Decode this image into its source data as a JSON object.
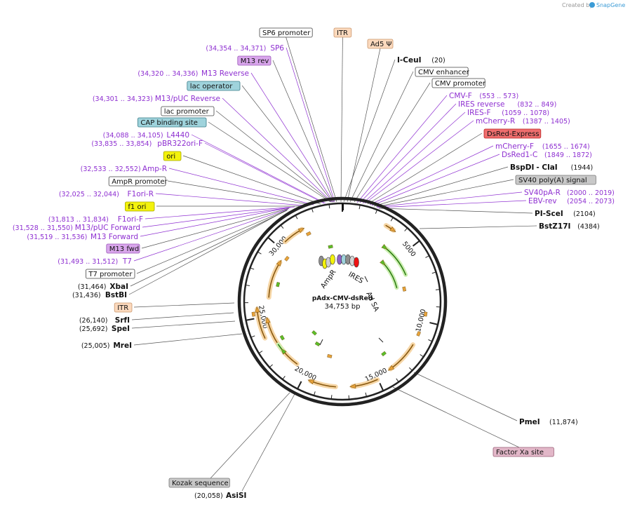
{
  "credit": {
    "prefix": "Created by",
    "brand": "SnapGene"
  },
  "plasmid": {
    "name": "pAdx-CMV-dsRed",
    "size": "34,753 bp"
  },
  "scale": {
    "ticks": [
      "5000",
      "10,000",
      "15,000",
      "20,000",
      "25,000",
      "30,000"
    ]
  },
  "inner_labels": {
    "ampr": "AmpR",
    "ires": "IRES",
    "sa": "Ad SA"
  },
  "features_top": [
    {
      "text": "SP6 promoter",
      "style": "box-white"
    },
    {
      "text": "ITR",
      "style": "box-peach"
    },
    {
      "text": "Ad5 Ψ",
      "style": "box-peach"
    }
  ],
  "labels_left": [
    {
      "coord": "(34,354 .. 34,371)",
      "name": "SP6",
      "style": "purple"
    },
    {
      "name": "M13 rev",
      "style": "box-purple"
    },
    {
      "coord": "(34,320 .. 34,336)",
      "name": "M13 Reverse",
      "style": "purple"
    },
    {
      "name": "lac operator",
      "style": "box-teal"
    },
    {
      "coord": "(34,301 .. 34,323)",
      "name": "M13/pUC Reverse",
      "style": "purple"
    },
    {
      "name": "lac promoter",
      "style": "box-white"
    },
    {
      "name": "CAP binding site",
      "style": "box-teal"
    },
    {
      "coord": "(34,088 .. 34,105)",
      "name": "L4440",
      "style": "purple"
    },
    {
      "coord": "(33,835 .. 33,854)",
      "name": "pBR322ori-F",
      "style": "purple"
    },
    {
      "name": "ori",
      "style": "box-yellow"
    },
    {
      "coord": "(32,533 .. 32,552)",
      "name": "Amp-R",
      "style": "purple"
    },
    {
      "name": "AmpR promoter",
      "style": "box-white"
    },
    {
      "coord": "(32,025 .. 32,044)",
      "name": "F1ori-R",
      "style": "purple"
    },
    {
      "name": "f1 ori",
      "style": "box-yellow"
    },
    {
      "coord": "(31,813 .. 31,834)",
      "name": "F1ori-F",
      "style": "purple"
    },
    {
      "coord": "(31,528 .. 31,550)",
      "name": "M13/pUC Forward",
      "style": "purple"
    },
    {
      "coord": "(31,519 .. 31,536)",
      "name": "M13 Forward",
      "style": "purple"
    },
    {
      "name": "M13 fwd",
      "style": "box-purple"
    },
    {
      "coord": "(31,493 .. 31,512)",
      "name": "T7",
      "style": "purple"
    },
    {
      "name": "T7 promoter",
      "style": "box-white"
    },
    {
      "coord": "(31,464)",
      "name": "XbaI",
      "style": "bold"
    },
    {
      "coord": "(31,436)",
      "name": "BstBI",
      "style": "bold"
    },
    {
      "name": "ITR",
      "style": "box-peach"
    },
    {
      "coord": "(26,140)",
      "name": "SrfI",
      "style": "bold"
    },
    {
      "coord": "(25,692)",
      "name": "SpeI",
      "style": "bold"
    },
    {
      "coord": "(25,005)",
      "name": "MreI",
      "style": "bold"
    }
  ],
  "labels_right": [
    {
      "name": "I-CeuI",
      "coord": "(20)",
      "style": "bold"
    },
    {
      "name": "CMV enhancer",
      "style": "box-white"
    },
    {
      "name": "CMV promoter",
      "style": "box-white"
    },
    {
      "name": "CMV-F",
      "coord": "(553 .. 573)",
      "style": "purple"
    },
    {
      "name": "IRES reverse",
      "coord": "(832 .. 849)",
      "style": "purple"
    },
    {
      "name": "IRES-F",
      "coord": "(1059 .. 1078)",
      "style": "purple"
    },
    {
      "name": "mCherry-R",
      "coord": "(1387 .. 1405)",
      "style": "purple"
    },
    {
      "name": "DsRed-Express",
      "style": "box-red"
    },
    {
      "name": "mCherry-F",
      "coord": "(1655 .. 1674)",
      "style": "purple"
    },
    {
      "name": "DsRed1-C",
      "coord": "(1849 .. 1872)",
      "style": "purple"
    },
    {
      "name": "BspDI",
      "name2": "- ClaI",
      "coord": "(1944)",
      "style": "bold"
    },
    {
      "name": "SV40 poly(A) signal",
      "style": "box-gray"
    },
    {
      "name": "SV40pA-R",
      "coord": "(2000 .. 2019)",
      "style": "purple"
    },
    {
      "name": "EBV-rev",
      "coord": "(2054 .. 2073)",
      "style": "purple"
    },
    {
      "name": "PI-SceI",
      "coord": "(2104)",
      "style": "bold"
    },
    {
      "name": "BstZ17I",
      "coord": "(4384)",
      "style": "bold"
    }
  ],
  "labels_bottom": [
    {
      "name": "PmeI",
      "coord": "(11,874)",
      "style": "bold"
    },
    {
      "name": "Factor Xa site",
      "style": "box-pink"
    },
    {
      "name": "Kozak sequence",
      "style": "box-gray"
    },
    {
      "name": "AsiSI",
      "coord": "(20,058)",
      "style": "bold"
    }
  ],
  "colors": {
    "purple": "#8e2fd1",
    "orange": "#e8a33b",
    "green": "#5bbf2a",
    "teal": "#9fd3dc",
    "peach": "#fbd9bd",
    "yellow": "#f3f20c",
    "red": "#ee6d6d",
    "lavender": "#d9a6ec",
    "pink": "#e2b7c8"
  }
}
